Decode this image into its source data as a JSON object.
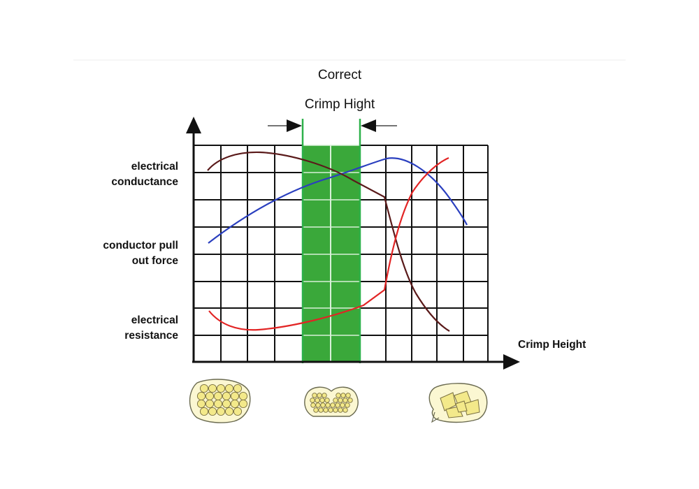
{
  "header": {
    "line1": "Correct",
    "line2": "Crimp Hight"
  },
  "labels": {
    "conductance": [
      "electrical",
      "conductance"
    ],
    "pull_out": [
      "conductor pull",
      "out force"
    ],
    "resistance": [
      "electrical",
      "resistance"
    ],
    "x_axis": "Crimp Height"
  },
  "colors": {
    "correct_zone": "#3aa83a",
    "zone_border": "#2db14a",
    "grid": "#111111",
    "conductance_curve": "#2a3fbf",
    "pull_out_curve": "#5a1a1a",
    "resistance_curve": "#e22424",
    "cross_section_fill": "#fbf7d2",
    "cross_section_strand": "#f3e98a"
  },
  "curves": [
    {
      "id": "conductance",
      "color": "#2a3fbf"
    },
    {
      "id": "pull_out",
      "color": "#5a1a1a"
    },
    {
      "id": "resistance",
      "color": "#e22424"
    }
  ],
  "cross_sections": [
    "under-crimped",
    "correct",
    "over-crimped"
  ]
}
